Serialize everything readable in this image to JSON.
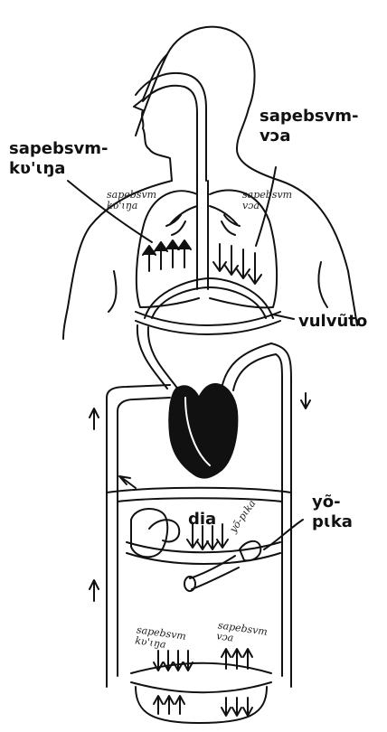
{
  "labels": {
    "right_lung_label": [
      "sapebsvm-",
      "vɔa"
    ],
    "left_lung_label": [
      "sapebsvm-",
      "kʋ'ɩŋa"
    ],
    "diaphragm": "vulvũto",
    "intestine_label": [
      "yõ-",
      "pɩka"
    ],
    "spleen_label": "dia"
  },
  "handwritten": {
    "lung_left_top": [
      "sapebsvm",
      "kʋ'ɩŋa"
    ],
    "lung_right_top": [
      "sapebsvm",
      "vɔa"
    ],
    "gut_small": "yõ-pɩka",
    "bottom_left": [
      "sapebsvm",
      "kʋ'ɩŋa"
    ],
    "bottom_right": [
      "sapebsvm",
      "vɔa"
    ]
  },
  "colors": {
    "ink": "#111111",
    "paper": "#ffffff"
  }
}
